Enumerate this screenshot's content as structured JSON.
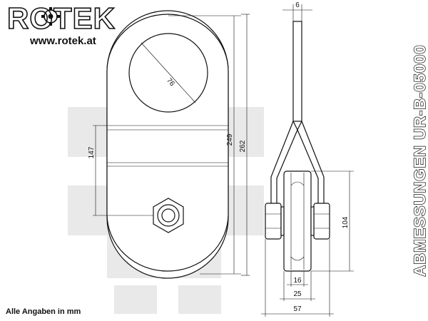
{
  "brand": {
    "logo_text": "ROTEK",
    "url": "www.rotek.at"
  },
  "title_vertical": "ABMESSUNGEN UR-B-05000",
  "note": "Alle Angaben in mm",
  "dimensions": {
    "hole_diameter": "76",
    "plate_height": "249",
    "overall_height": "262",
    "strap_spacing": "147",
    "plate_thickness": "6",
    "sheave_diameter": "104",
    "groove_width": "16",
    "sheave_width": "25",
    "overall_width": "57"
  }
}
